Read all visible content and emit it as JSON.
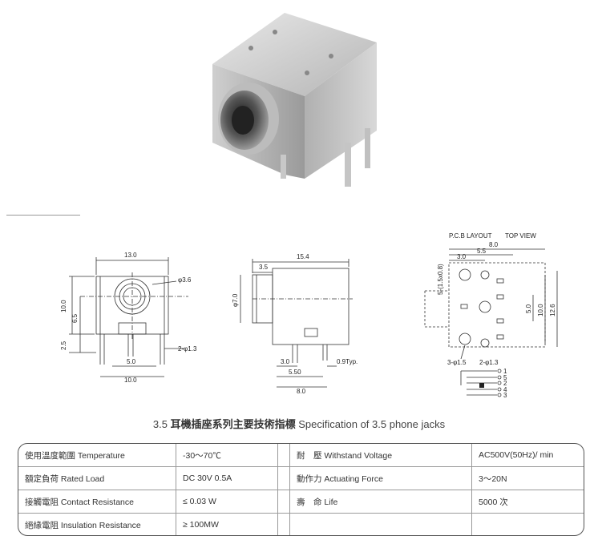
{
  "drawing": {
    "front": {
      "width_dim": "13.0",
      "height_dim": "10.0",
      "center_dim": "6.5",
      "low_dim": "2.5",
      "hole_dim": "φ3.6",
      "pin_dim": "2-φ1.3",
      "pitch_dim": "5.0",
      "base_dim": "10.0"
    },
    "side": {
      "length_dim": "15.4",
      "nose_dim": "3.5",
      "dia_dim": "φ7.0",
      "pin1_dim": "3.0",
      "pin2_dim": "5.50",
      "total_dim": "8.0",
      "thick_dim": "0.9Typ."
    },
    "pcb": {
      "title": "P.C.B LAYOUT",
      "view": "TOP VIEW",
      "d80": "8.0",
      "d55": "5.5",
      "d30": "3.0",
      "slot": "5-(1.5x0.8)",
      "d50": "5.0",
      "d100": "10.0",
      "d126": "12.6",
      "hole1": "3-φ1.5",
      "hole2": "2-φ1.3",
      "pin_labels": [
        "1",
        "5",
        "2",
        "4",
        "3"
      ]
    }
  },
  "caption": {
    "prefix": "3.5",
    "title_cn": "耳機插座系列主要技術指標",
    "title_en": "Specification of 3.5 phone jacks"
  },
  "spec": {
    "rows": [
      {
        "label_cn": "使用溫度範圍",
        "label_en": "Temperature",
        "value": "-30～70℃",
        "label2_cn": "耐　壓",
        "label2_en": "Withstand Voltage",
        "value2": "AC500V(50Hz)/ min"
      },
      {
        "label_cn": "額定負荷",
        "label_en": "Rated Load",
        "value": "DC 30V 0.5A",
        "label2_cn": "動作力",
        "label2_en": "Actuating Force",
        "value2": "3～20N"
      },
      {
        "label_cn": "接觸電阻",
        "label_en": "Contact Resistance",
        "value": "≤ 0.03 W",
        "label2_cn": "壽　命",
        "label2_en": "Life",
        "value2": "5000 次"
      },
      {
        "label_cn": "絕緣電阻",
        "label_en": "Insulation Resistance",
        "value": "≥ 100MW",
        "label2_cn": "",
        "label2_en": "",
        "value2": ""
      }
    ]
  }
}
